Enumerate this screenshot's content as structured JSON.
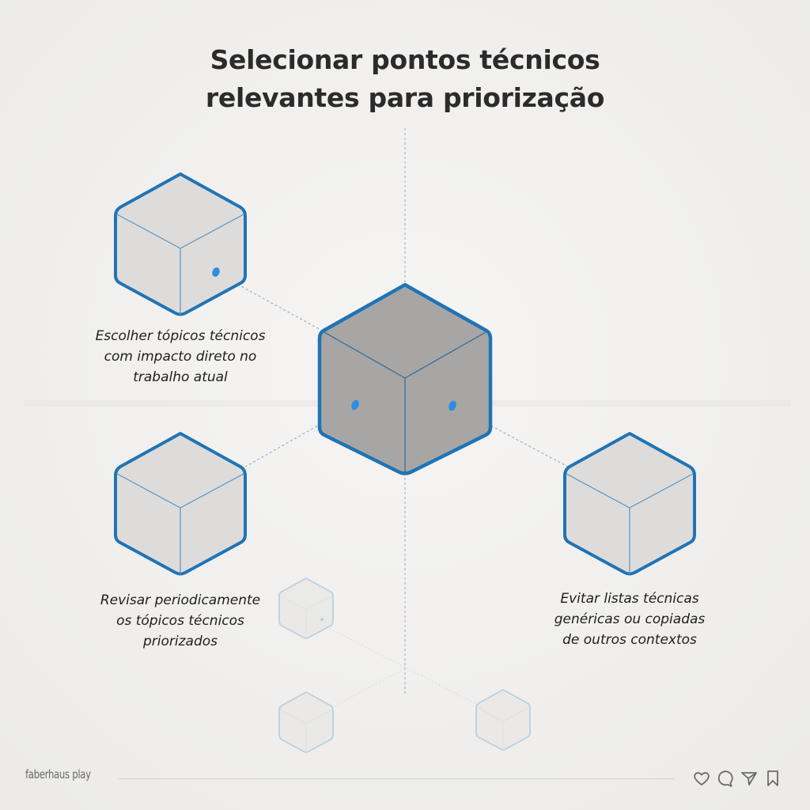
{
  "title": {
    "line1": "Selecionar pontos técnicos",
    "line2": "relevantes para priorização"
  },
  "captions": [
    {
      "id": "top-left",
      "lines": [
        "Escolher tópicos técnicos",
        "com impacto direto no",
        "trabalho atual"
      ]
    },
    {
      "id": "bottom-left",
      "lines": [
        "Revisar periodicamente",
        "os tópicos técnicos",
        "priorizados"
      ]
    },
    {
      "id": "bottom-right",
      "lines": [
        "Evitar listas técnicas",
        "genéricas ou copiadas",
        "de outros contextos"
      ]
    }
  ],
  "nodes": [
    {
      "id": "center-cube",
      "role": "central",
      "fill": "#a7a6a5"
    },
    {
      "id": "top-left-cube",
      "role": "point",
      "fill": "#dddcdb"
    },
    {
      "id": "bottom-left-cube",
      "role": "point",
      "fill": "#dddcdb"
    },
    {
      "id": "right-cube",
      "role": "point",
      "fill": "#dddcdb"
    },
    {
      "id": "ghost-cube-top",
      "role": "faded"
    },
    {
      "id": "ghost-cube-bottom-left",
      "role": "faded"
    },
    {
      "id": "ghost-cube-bottom-right",
      "role": "faded"
    }
  ],
  "colors": {
    "accent": "#1f74b5",
    "background": "#f3f2f0",
    "title": "#2b2b2b",
    "connector": "#8fb6d6"
  },
  "footer": {
    "brand": "faberhaus play",
    "icons": [
      "heart-icon",
      "comment-icon",
      "send-icon",
      "bookmark-icon"
    ]
  }
}
